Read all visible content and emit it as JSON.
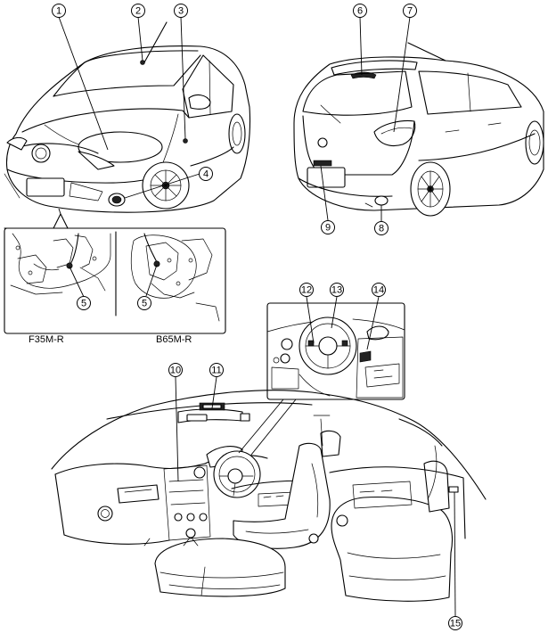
{
  "callouts": [
    "1",
    "2",
    "3",
    "4",
    "5",
    "5",
    "6",
    "7",
    "8",
    "9",
    "10",
    "11",
    "12",
    "13",
    "14",
    "15"
  ],
  "captions": {
    "left_inset": "F35M-R",
    "right_inset": "B65M-R"
  }
}
